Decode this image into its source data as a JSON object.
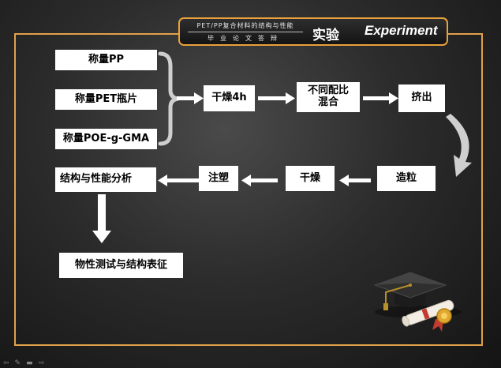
{
  "header": {
    "subtitle": "PET/PP复合材料的结构与性能",
    "note": "毕业论文答辩",
    "title_cn": "实验",
    "title_en": "Experiment"
  },
  "flow": {
    "weigh_pp": "称量PP",
    "weigh_pet": "称量PET瓶片",
    "weigh_poe": "称量POE-g-GMA",
    "dry_4h": "干燥4h",
    "mix_line1": "不同配比",
    "mix_line2": "混合",
    "extrude": "挤出",
    "pelletize": "造粒",
    "dry": "干燥",
    "inject": "注塑",
    "analysis": "结构与性能分析",
    "testing": "物性测试与结构表征"
  },
  "colors": {
    "accent": "#e8a13c",
    "box_fill": "#ffffff",
    "arrow": "#ffffff"
  },
  "icons": {
    "decoration": "graduation-cap-diploma-icon"
  },
  "toolbar": {
    "prev": "⇦",
    "pen": "✎",
    "menu": "▬",
    "next": "⇨"
  }
}
